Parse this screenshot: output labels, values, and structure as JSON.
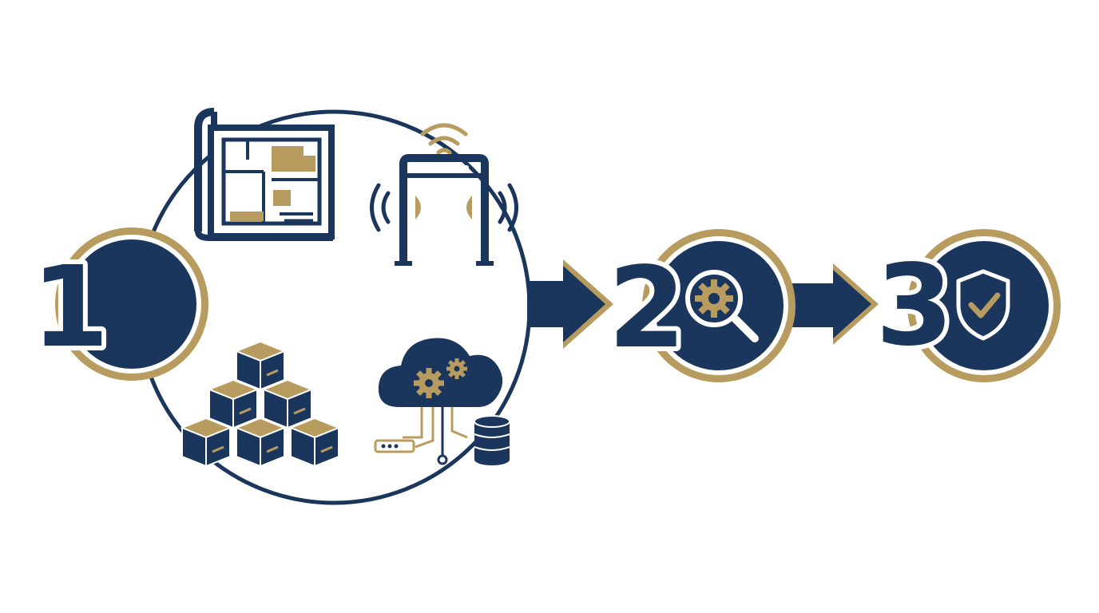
{
  "colors": {
    "navy": "#1b365d",
    "gold": "#b89b5e",
    "white": "#ffffff"
  },
  "steps": [
    {
      "number": "1",
      "icon": "empty-circle"
    },
    {
      "number": "2",
      "icon": "gear-magnifier-icon"
    },
    {
      "number": "3",
      "icon": "shield-check-icon"
    }
  ],
  "cycle_icons": [
    "floor-plan-blueprint-icon",
    "security-scanner-gate-icon",
    "stacked-boxes-icon",
    "cloud-gears-database-icon"
  ],
  "arrows": [
    {
      "from": "1",
      "to": "2"
    },
    {
      "from": "2",
      "to": "3"
    }
  ]
}
